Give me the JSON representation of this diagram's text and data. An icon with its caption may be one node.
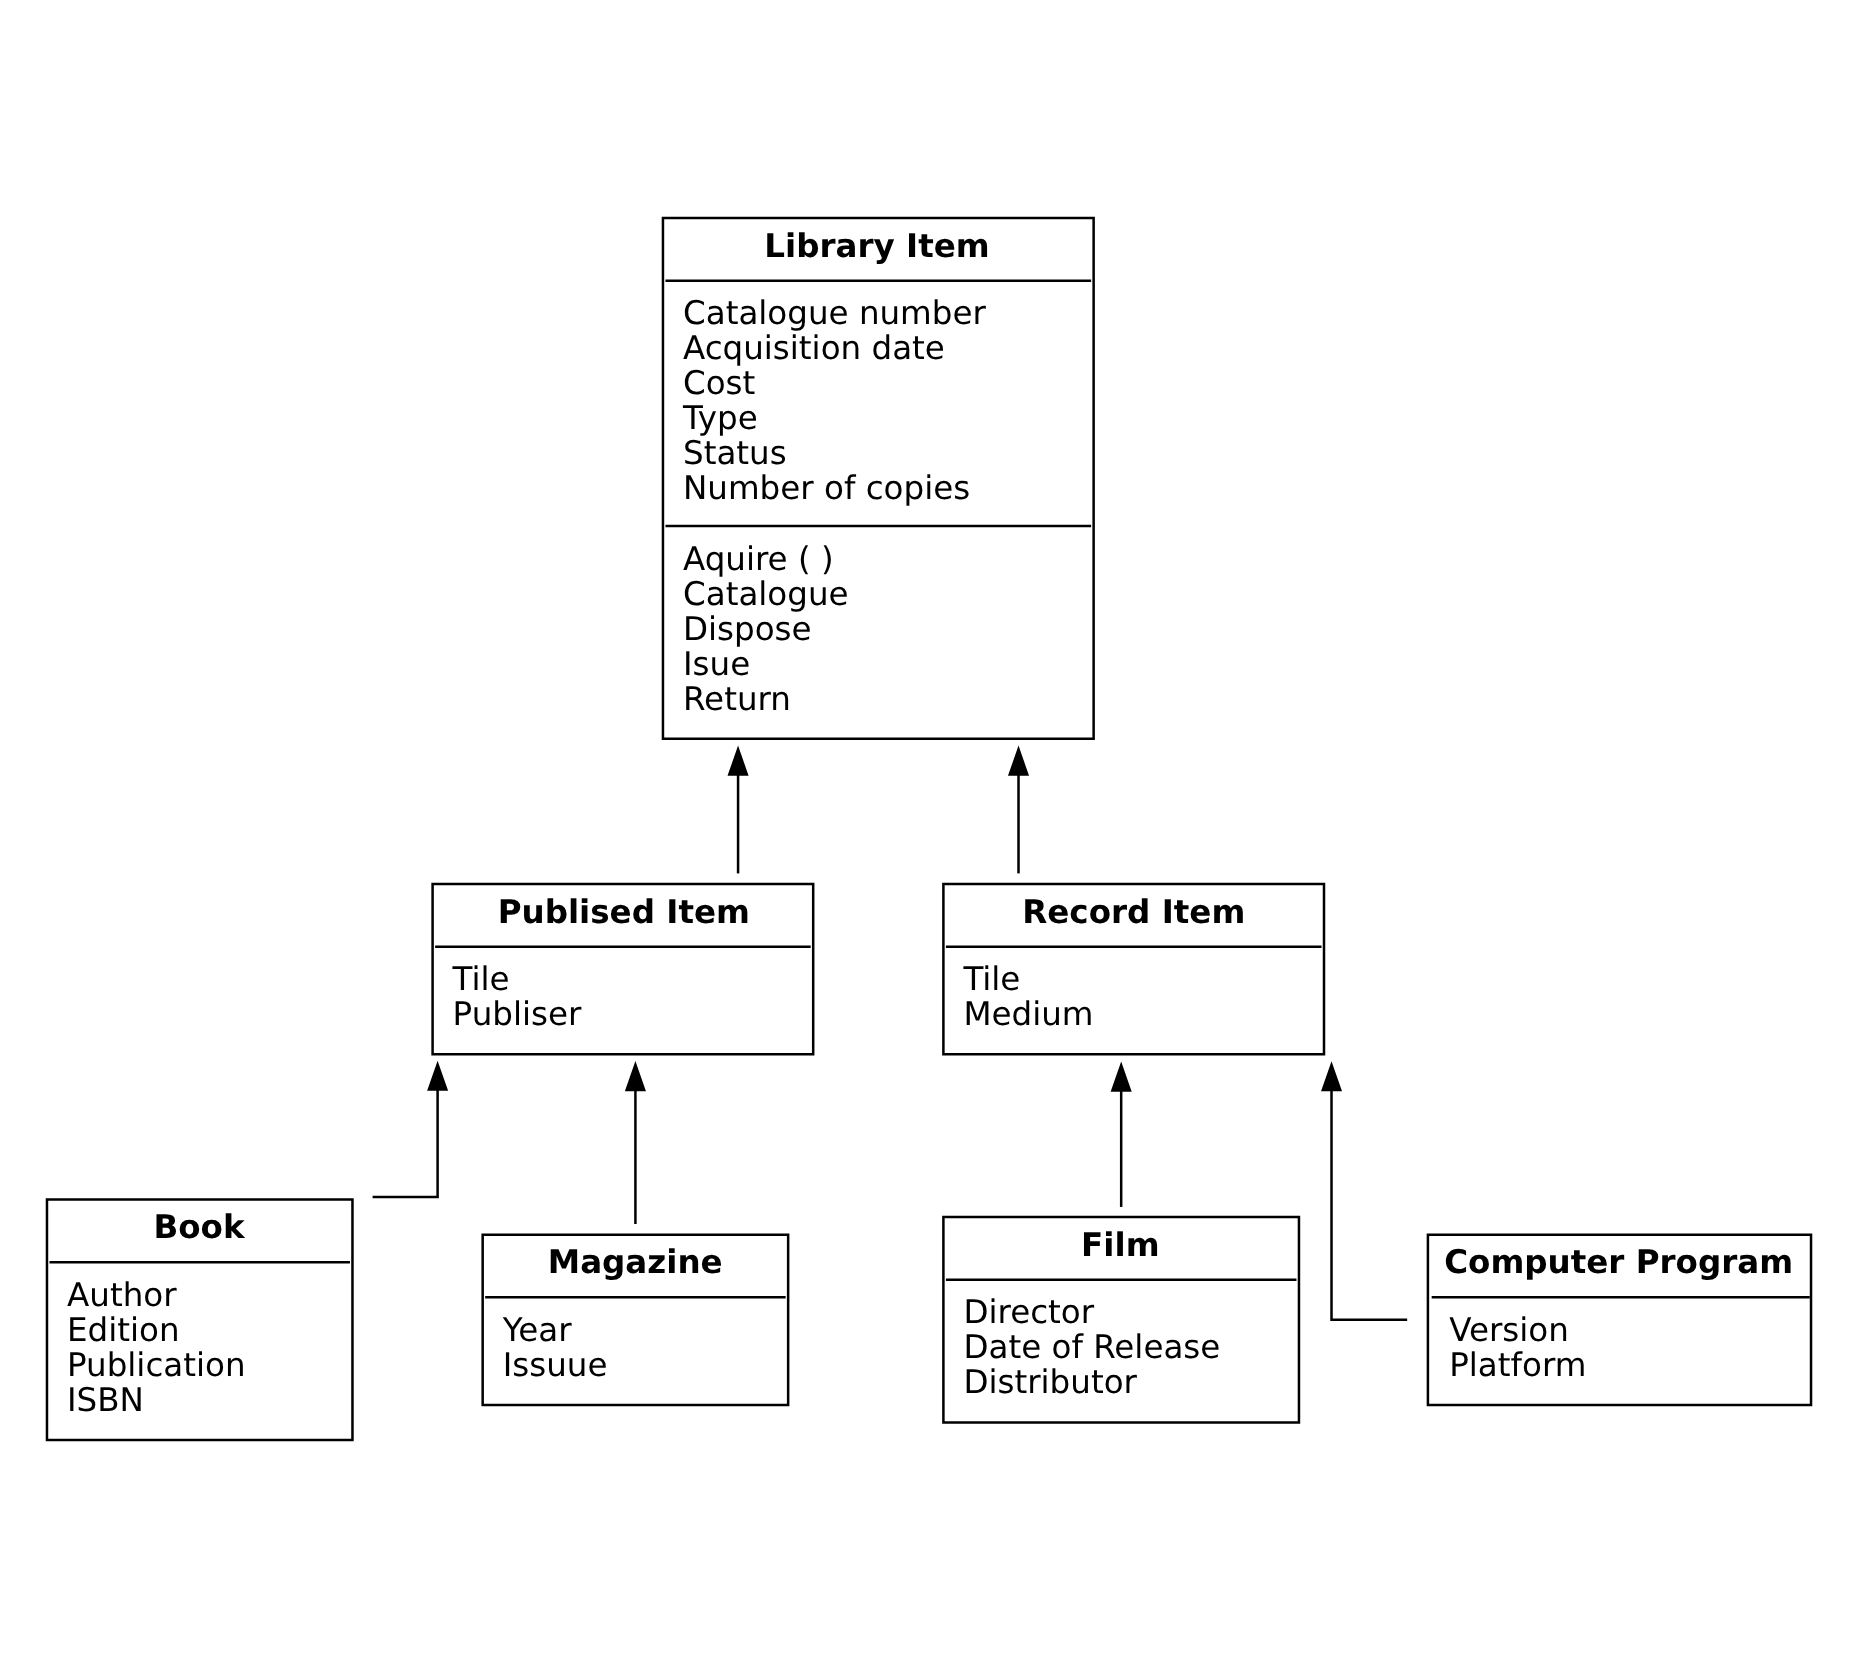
{
  "diagram": {
    "nodes": [
      {
        "text": [
          "Library Item",
          "Catalogue number",
          "Acquisition date",
          "Cost",
          "Type",
          "Status",
          "Number of copies",
          "Aquire ( )",
          "Catalogue",
          "Dispose",
          "Isue",
          "Return"
        ]
      },
      {
        "text": [
          "Publised Item",
          "Tile",
          "Publiser"
        ]
      },
      {
        "text": [
          "Record Item",
          "Tile",
          "Medium"
        ]
      },
      {
        "text": [
          "Book",
          "Author",
          "Edition",
          "Publication",
          "ISBN"
        ]
      },
      {
        "text": [
          "Magazine",
          "Year",
          "Issuue"
        ]
      },
      {
        "text": [
          "Film",
          "Director",
          "Date of Release",
          "Distributor"
        ]
      },
      {
        "text": [
          "Computer Program",
          "Version",
          "Platform"
        ]
      }
    ],
    "edges": [
      {
        "from": 1,
        "to": 0,
        "arrow": "to"
      },
      {
        "from": 2,
        "to": 0,
        "arrow": "to"
      },
      {
        "from": 3,
        "to": 1,
        "arrow": "to"
      },
      {
        "from": 4,
        "to": 1,
        "arrow": "to"
      },
      {
        "from": 5,
        "to": 2,
        "arrow": "to"
      },
      {
        "from": 6,
        "to": 2,
        "arrow": "to"
      }
    ]
  }
}
